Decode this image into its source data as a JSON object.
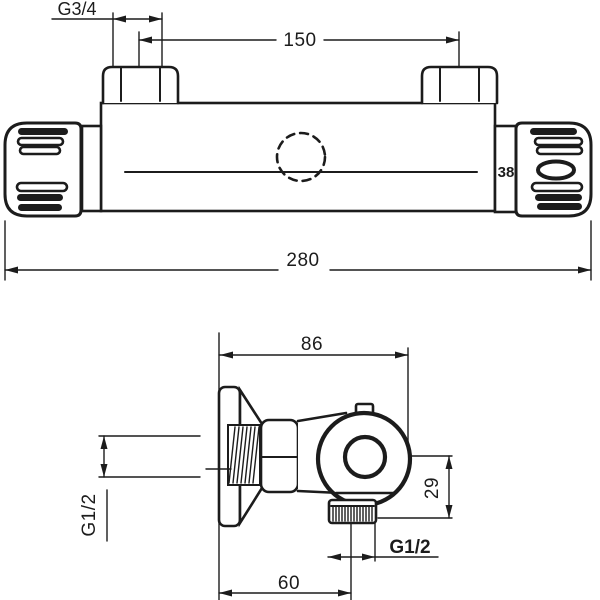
{
  "front_view": {
    "top_thread_label": "G3/4",
    "port_spacing": "150",
    "overall_width": "280",
    "temp_stop": "38"
  },
  "side_view": {
    "depth": "86",
    "wall_thread": "G1/2",
    "outlet_drop": "29",
    "outlet_thread": "G1/2",
    "outlet_offset": "60"
  },
  "colors": {
    "line": "#1c1c1c",
    "background": "#ffffff"
  }
}
